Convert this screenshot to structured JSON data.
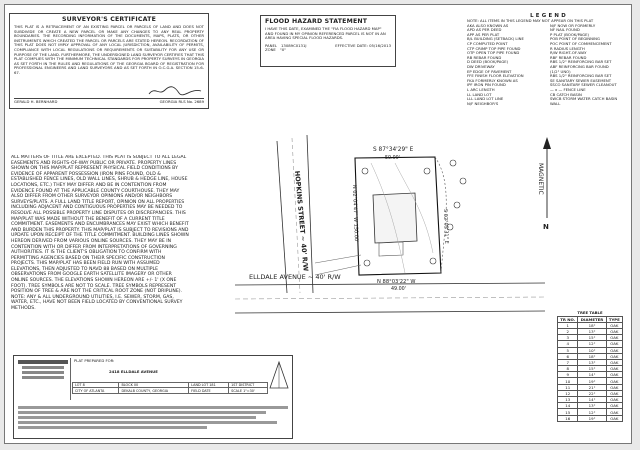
{
  "surveyor": {
    "heading": "SURVEYOR'S CERTIFICATE",
    "body": "THIS PLAT IS A RETRACEMENT OF AN EXISTING PARCEL OR PARCELS OF LAND AND DOES NOT SUBDIVIDE OR CREATE A NEW PARCEL OR MAKE ANY CHANGES TO ANY REAL PROPERTY BOUNDARIES. THE RECORDING INFORMATION OF THE DOCUMENTS, MAPS, PLATS, OR OTHER INSTRUMENTS WHICH CREATED THE PARCEL OR PARCELS ARE STATED HEREON. RECORDATION OF THIS PLAT DOES NOT IMPLY APPROVAL OF ANY LOCAL JURISDICTION, AVAILABILITY OF PERMITS, COMPLIANCE WITH LOCAL REGULATIONS OR REQUIREMENTS OR SUITABILITY FOR ANY USE OR PURPOSE OF THE LAND. FURTHERMORE, THE UNDERSIGNED LAND SURVEYOR CERTIFIES THAT THIS PLAT COMPLIES WITH THE MINIMUM TECHNICAL STANDARDS FOR PROPERTY SURVEYS IN GEORGIA AS SET FORTH IN THE RULES AND REGULATIONS OF THE GEORGIA BOARD OF REGISTRATION FOR PROFESSIONAL ENGINEERS AND LAND SURVEYORS AND AS SET FORTH IN O.C.G.A. SECTION 15-6-67.",
    "name": "GERALD H. BERNHARD",
    "rls": "GEORGIA RLS No. 2689"
  },
  "flood": {
    "heading": "FLOOD HAZARD STATEMENT",
    "body": "I HAVE THIS DATE, EXAMINED THE \"FIA FLOOD HAZARD MAP\" AND FOUND IN MY OPINION REFERENCED PARCEL IS NOT IN AN AREA HAVING SPECIAL FLOOD HAZARDS.",
    "panel_label": "PANEL",
    "panel_value": "13089C0131J",
    "effective": "EFFECTIVE DATE: 05/16/2013",
    "zone_label": "ZONE",
    "zone_value": "\"X\""
  },
  "legend": {
    "heading": "L E G E N D",
    "intro": "NOTE: ALL ITEMS IN THIS LEGEND MAY NOT APPEAR ON THIS PLAT",
    "left": [
      "AKA  ALSO KNOWN AS",
      "APD  AS PER DEED",
      "APP  AS PER PLAT",
      "B/L  BUILDING (SETBACK) LINE",
      "CP  COMPUTED POINT",
      "CTP  CRIMP TOP PIPE FOUND",
      "OTP  OPEN TOP PIPE FOUND",
      "RB  REBAR FOUND",
      "D  DEED (BOOK/PAGE)",
      "DW  DRIVEWAY",
      "EP  EDGE OF PAVEMENT",
      "FFE  FINISH FLOOR ELEVATION",
      "FKA  FORMERLY KNOWN AS",
      "IPF  IRON PIN FOUND",
      "L  ARC LENGTH",
      "LL  LAND LOT",
      "LLL  LAND LOT LINE",
      "N/F  NEIGHBOR'S"
    ],
    "right": [
      "N/F  NOW OR FORMERLY",
      "NF  NAIL FOUND",
      "P  PLAT (BOOK/PAGE)",
      "POB  POINT OF BEGINNING",
      "POC  POINT OF COMMENCEMENT",
      "R  RADIUS LENGTH",
      "R/W  RIGHT-OF-WAY",
      "RBF  REBAR FOUND",
      "RBS  1/2\" REINFORCING BAR SET",
      "ABF  REINFORCING BAR FOUND",
      "  (1/2\" UNO)",
      "RBS  1/2\" REINFORCING BAR SET",
      "SE  SANITARY SEWER EASEMENT",
      "SSCO  SANITARY SEWER CLEANOUT",
      "— x —  FENCE LINE",
      "CB  CATCH BASIN",
      "SWCB  STORM WATER CATCH BASIN",
      "WALL"
    ]
  },
  "notes": "ALL MATTERS OF TITLE ARE EXCEPTED. THIS PLAT IS SUBJECT TO ALL LEGAL EASEMENTS AND RIGHTS-OF-WAY PUBLIC OR PRIVATE. PROPERTY LINES SHOWN ON THIS MAP/PLAT REPRESENT PHYSICAL FIELD CONDITIONS BY EVIDENCE OF APPARENT POSSESSION (IRON PINS FOUND, OLD & ESTABLISHED FENCE LINES, OLD WALL LINES, SHRUB & HEDGE LINE, HOUSE LOCATIONS, ETC.) THEY MAY DIFFER AND BE IN CONTENTION FROM EVIDENCE FOUND AT THE APPLICABLE COUNTY COURTHOUSE. THEY MAY ALSO DIFFER FROM OTHER SURVEYOR OPINIONS AND/OR NEIGHBORS SURVEYS/PLATS. A FULL LAND TITLE REPORT, OPINION ON ALL PROPERTIES INCLUDING ADJACENT AND CONTIGUOUS PROPERTIES MAY BE NEEDED TO RESOLVE ALL POSSIBLE PROPERTY LINE DISPUTES OR DISCREPANCIES. THIS MAP/PLAT WAS MADE WITHOUT THE BENEFIT OF A CURRENT TITLE COMMITMENT. EASEMENTS AND ENCUMBRANCES MAY EXIST WHICH BENEFIT AND BURDEN THIS PROPERTY. THIS MAP/PLAT IS SUBJECT TO REVISIONS AND UPDATE UPON RECEIPT OF THE TITLE COMMITMENT. BUILDING LINES SHOWN HEREON DERIVED FROM VARIOUS ONLINE SOURCES. THEY MAY BE IN CONTENTION WITH OR DIFFER FROM INTERPRETATIONS OF GOVERNING AUTHORITIES. IT IS THE CLIENT'S OBLIGATION TO CONFIRM WITH PERMITTING AGENCIES BASED ON THEIR SPECIFIC CONSTRUCTION PROJECTS. THIS MAP/PLAT HAS BEEN FIELD RUN WITH ASSUMED ELEVATIONS, THEN ADJUSTED TO NAVD 88 BASED ON MULTIPLE OBSERVATIONS FROM GOOGLE EARTH SATELLITE IMAGERY OR OTHER ONLINE SOURCES. THE ELEVATIONS SHOWN HEREON ARE +/- 1' (X ONE FOOT). TREE SYMBOLS ARE NOT TO SCALE. TREE SYMBOLS REPRESENT POSITION OF TREE & ARE NOT THE CRITICAL ROOT ZONE (NOT DRIPLINE). NOTE: ANY & ALL UNDERGROUND UTILITIES, I.E. SEWER, STORM, GAS, WATER, ETC., HAVE NOT BEEN FIELD LOCATED BY CONVENTIONAL SURVEY METHODS.",
  "plan": {
    "street_top": "HOPKINS STREET ~ 40' R/W",
    "street_bottom": "ELLDALE AVENUE ~ 40' R/W",
    "bearing_top": "S 87°34'29\" E",
    "dist_top": "50.00'",
    "bearing_left": "N 02°04'47\" W  150.00'",
    "bearing_bottom": "N 88°03'22\" W",
    "dist_bottom": "49.00'",
    "bearing_right": "S 02°05'31\" E",
    "magnetic": "MAGNETIC",
    "north": "N"
  },
  "title_block": {
    "prepared_for": "PLAT PREPARED FOR:",
    "address": "2418 ELLDALE AVENUE",
    "rows": [
      [
        "LOT 8",
        "BLOCK 00",
        "LAND LOT 181",
        "1ST DISTRICT"
      ],
      [
        "CITY OF ATLANTA",
        "DEKALB COUNTY, GEORGIA",
        "FIELD DATE",
        "SCALE 1\"=30'"
      ]
    ]
  },
  "tree_table": {
    "title": "TREE TABLE",
    "headers": [
      "TR NO.",
      "DIAMETER",
      "TYPE"
    ],
    "rows": [
      [
        "1",
        "18\"",
        "OAK"
      ],
      [
        "2",
        "13\"",
        "OAK"
      ],
      [
        "3",
        "15\"",
        "OAK"
      ],
      [
        "4",
        "12\"",
        "OAK"
      ],
      [
        "5",
        "10\"",
        "OAK"
      ],
      [
        "6",
        "18\"",
        "OAK"
      ],
      [
        "7",
        "13\"",
        "OAK"
      ],
      [
        "8",
        "15\"",
        "OAK"
      ],
      [
        "9",
        "14\"",
        "OAK"
      ],
      [
        "10",
        "19\"",
        "OAK"
      ],
      [
        "11",
        "21\"",
        "OAK"
      ],
      [
        "12",
        "22\"",
        "OAK"
      ],
      [
        "13",
        "14\"",
        "OAK"
      ],
      [
        "14",
        "13\"",
        "OAK"
      ],
      [
        "15",
        "12\"",
        "OAK"
      ],
      [
        "16",
        "19\"",
        "OAK"
      ]
    ]
  }
}
